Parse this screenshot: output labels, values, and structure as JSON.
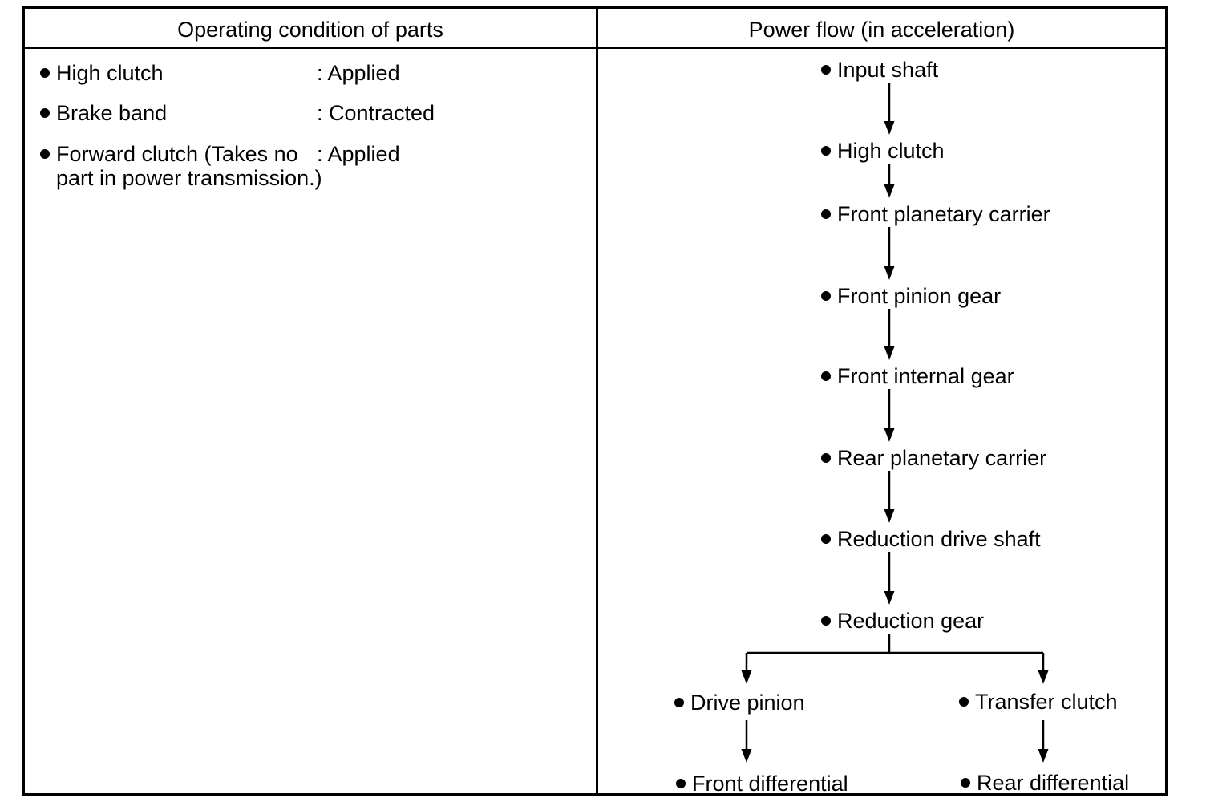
{
  "table": {
    "left_header": "Operating condition of parts",
    "right_header": "Power flow (in acceleration)"
  },
  "conditions": [
    {
      "name": "High clutch",
      "value": ": Applied"
    },
    {
      "name": "Brake band",
      "value": ": Contracted"
    },
    {
      "name": "Forward clutch (Takes no part in power transmission.)",
      "value": ": Applied"
    }
  ],
  "flow": {
    "chain": [
      "Input shaft",
      "High clutch",
      "Front planetary carrier",
      "Front pinion gear",
      "Front internal gear",
      "Rear planetary carrier",
      "Reduction drive shaft",
      "Reduction gear"
    ],
    "left_branch": [
      "Drive pinion",
      "Front differential"
    ],
    "right_branch": [
      "Transfer clutch",
      "Rear differential"
    ]
  },
  "colors": {
    "ink": "#000000",
    "paper": "#ffffff"
  }
}
